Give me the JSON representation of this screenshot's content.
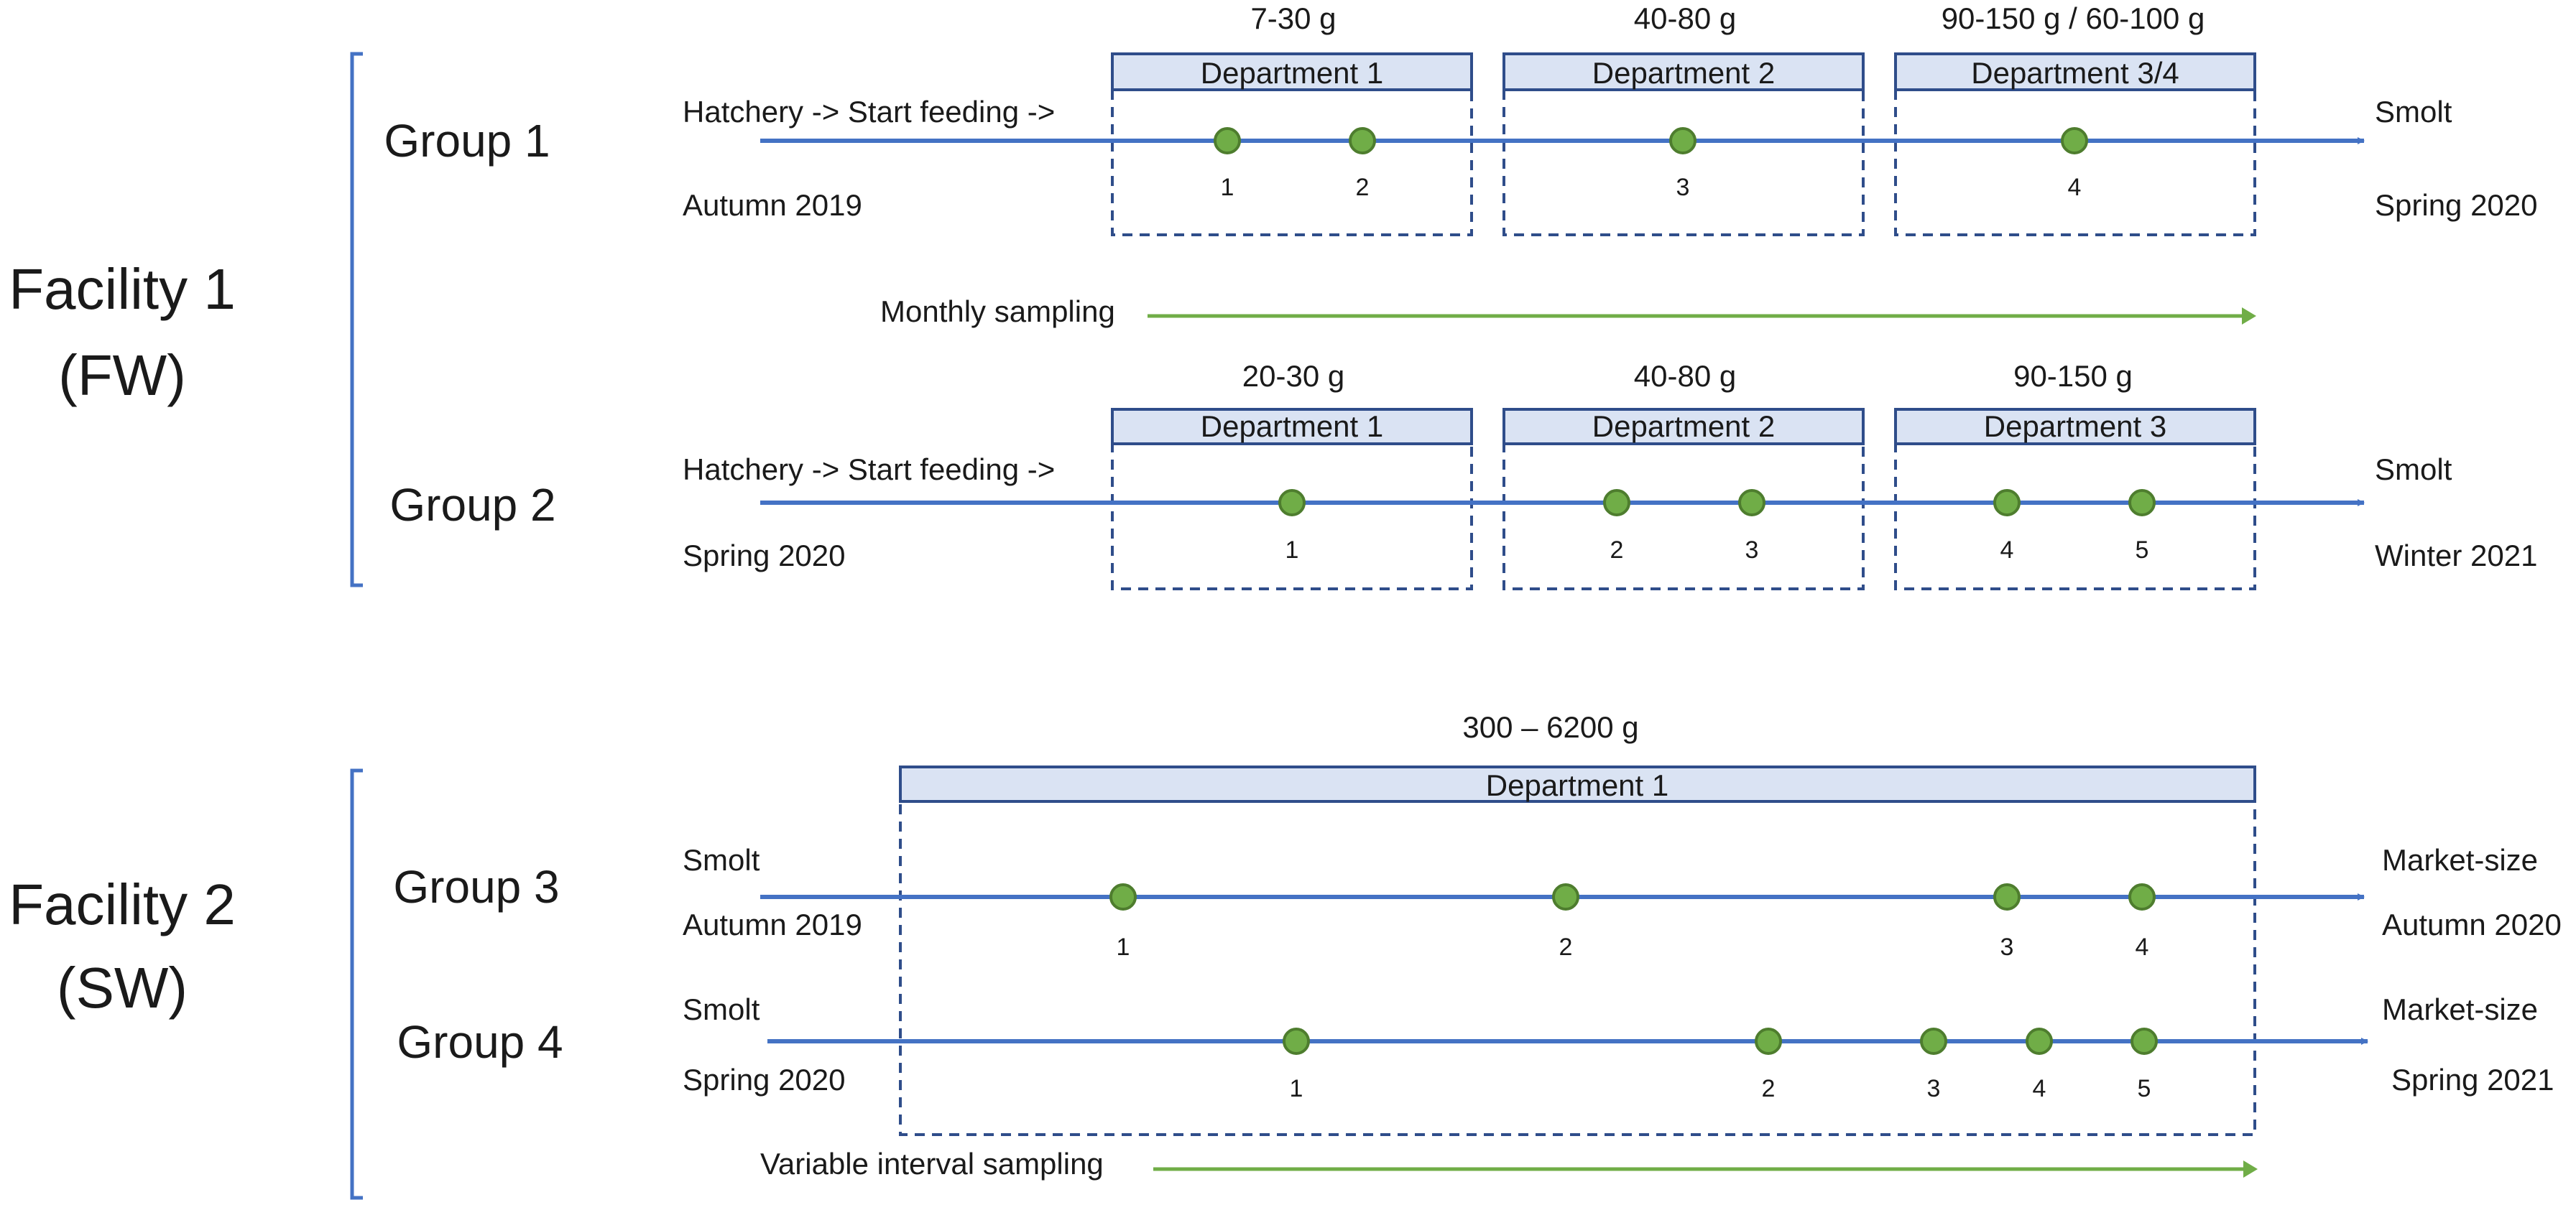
{
  "colors": {
    "timeline": "#4472c4",
    "dept_fill": "#dae3f3",
    "dept_border": "#2f4d8a",
    "dashed": "#2f4d8a",
    "sample_fill": "#70ad47",
    "sample_stroke": "#4e7d2e",
    "sampling_arrow": "#70ad47",
    "bracket": "#4472c4"
  },
  "facilities": [
    {
      "name_line1": "Facility 1",
      "name_line2": "(FW)",
      "sampling_label": "Monthly sampling",
      "groups": [
        {
          "name": "Group 1",
          "start_label": "Hatchery -> Start feeding ->",
          "start_time": "Autumn 2019",
          "end_label": "Smolt",
          "end_time": "Spring 2020",
          "departments": [
            {
              "name": "Department 1",
              "weight": "7-30 g"
            },
            {
              "name": "Department 2",
              "weight": "40-80 g"
            },
            {
              "name": "Department 3/4",
              "weight": "90-150 g / 60-100 g"
            }
          ],
          "samples": [
            "1",
            "2",
            "3",
            "4"
          ]
        },
        {
          "name": "Group 2",
          "start_label": "Hatchery -> Start feeding ->",
          "start_time": "Spring 2020",
          "end_label": "Smolt",
          "end_time": "Winter 2021",
          "departments": [
            {
              "name": "Department 1",
              "weight": "20-30 g"
            },
            {
              "name": "Department 2",
              "weight": "40-80 g"
            },
            {
              "name": "Department 3",
              "weight": "90-150 g"
            }
          ],
          "samples": [
            "1",
            "2",
            "3",
            "4",
            "5"
          ]
        }
      ]
    },
    {
      "name_line1": "Facility 2",
      "name_line2": "(SW)",
      "sampling_label": "Variable interval sampling",
      "department": {
        "name": "Department 1",
        "weight": "300 – 6200 g"
      },
      "groups": [
        {
          "name": "Group 3",
          "start_label": "Smolt",
          "start_time": "Autumn 2019",
          "end_label": "Market-size",
          "end_time": "Autumn 2020",
          "samples": [
            "1",
            "2",
            "3",
            "4"
          ]
        },
        {
          "name": "Group 4",
          "start_label": "Smolt",
          "start_time": "Spring 2020",
          "end_label": "Market-size",
          "end_time": "Spring 2021",
          "samples": [
            "1",
            "2",
            "3",
            "4",
            "5"
          ]
        }
      ]
    }
  ]
}
